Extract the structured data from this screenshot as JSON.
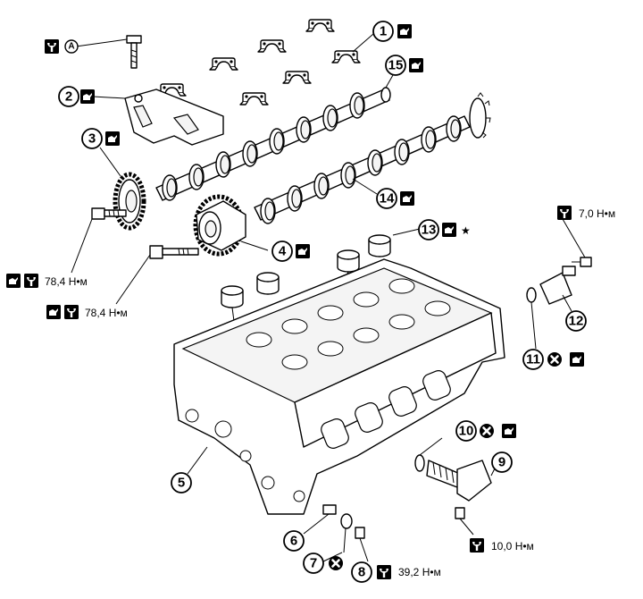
{
  "callouts": [
    {
      "num": "1"
    },
    {
      "num": "2"
    },
    {
      "num": "3"
    },
    {
      "num": "4"
    },
    {
      "num": "5"
    },
    {
      "num": "6"
    },
    {
      "num": "7"
    },
    {
      "num": "8"
    },
    {
      "num": "9"
    },
    {
      "num": "10"
    },
    {
      "num": "11"
    },
    {
      "num": "12"
    },
    {
      "num": "13"
    },
    {
      "num": "14"
    },
    {
      "num": "15"
    }
  ],
  "torques": {
    "sensor_bolt": "7,0 Н•м",
    "sprocket_bolt_exhaust": "78,4 Н•м",
    "sprocket_bolt_intake": "78,4 Н•м",
    "solenoid_bolt": "10,0 Н•м",
    "plug": "39,2 Н•м"
  },
  "markers": {
    "bolt_letter": "A",
    "star": "★"
  },
  "icons": [
    "oil-can-icon",
    "torque-wrench-icon",
    "do-not-reuse-icon",
    "letter-a-icon",
    "star-icon"
  ],
  "colors": {
    "ink": "#000000",
    "paper": "#ffffff"
  }
}
